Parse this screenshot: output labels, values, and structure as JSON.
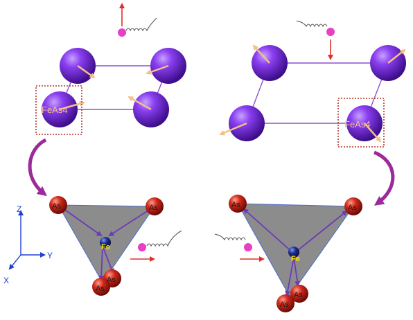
{
  "labels": {
    "cluster_left": "FeAs4",
    "cluster_right": "FeAs4",
    "arsenic": "As",
    "iron": "Fe"
  },
  "axes": {
    "z": "Z",
    "y": "Y",
    "x": "X"
  },
  "colors": {
    "sphere": "#7a2bd6",
    "bond": "#8d4fd1",
    "spin_arrow": "#f3c08c",
    "photon": "#e83fc6",
    "photon_arrow": "#e0302a",
    "dotted_box": "#b3372b",
    "curved_arrow": "#9b2a9b",
    "tetra_face": "#8c8c8c",
    "arsenic_atom": "#c0271c",
    "iron_atom": "#1c2e8c",
    "fe_label": "#ffe600",
    "axes": "#1f3fd6",
    "tetra_bond": "#6a3bb8"
  },
  "icons": [
    "photon-wave-icon",
    "spin-arrow-icon",
    "curved-arrow-icon",
    "axis-triad-icon"
  ]
}
